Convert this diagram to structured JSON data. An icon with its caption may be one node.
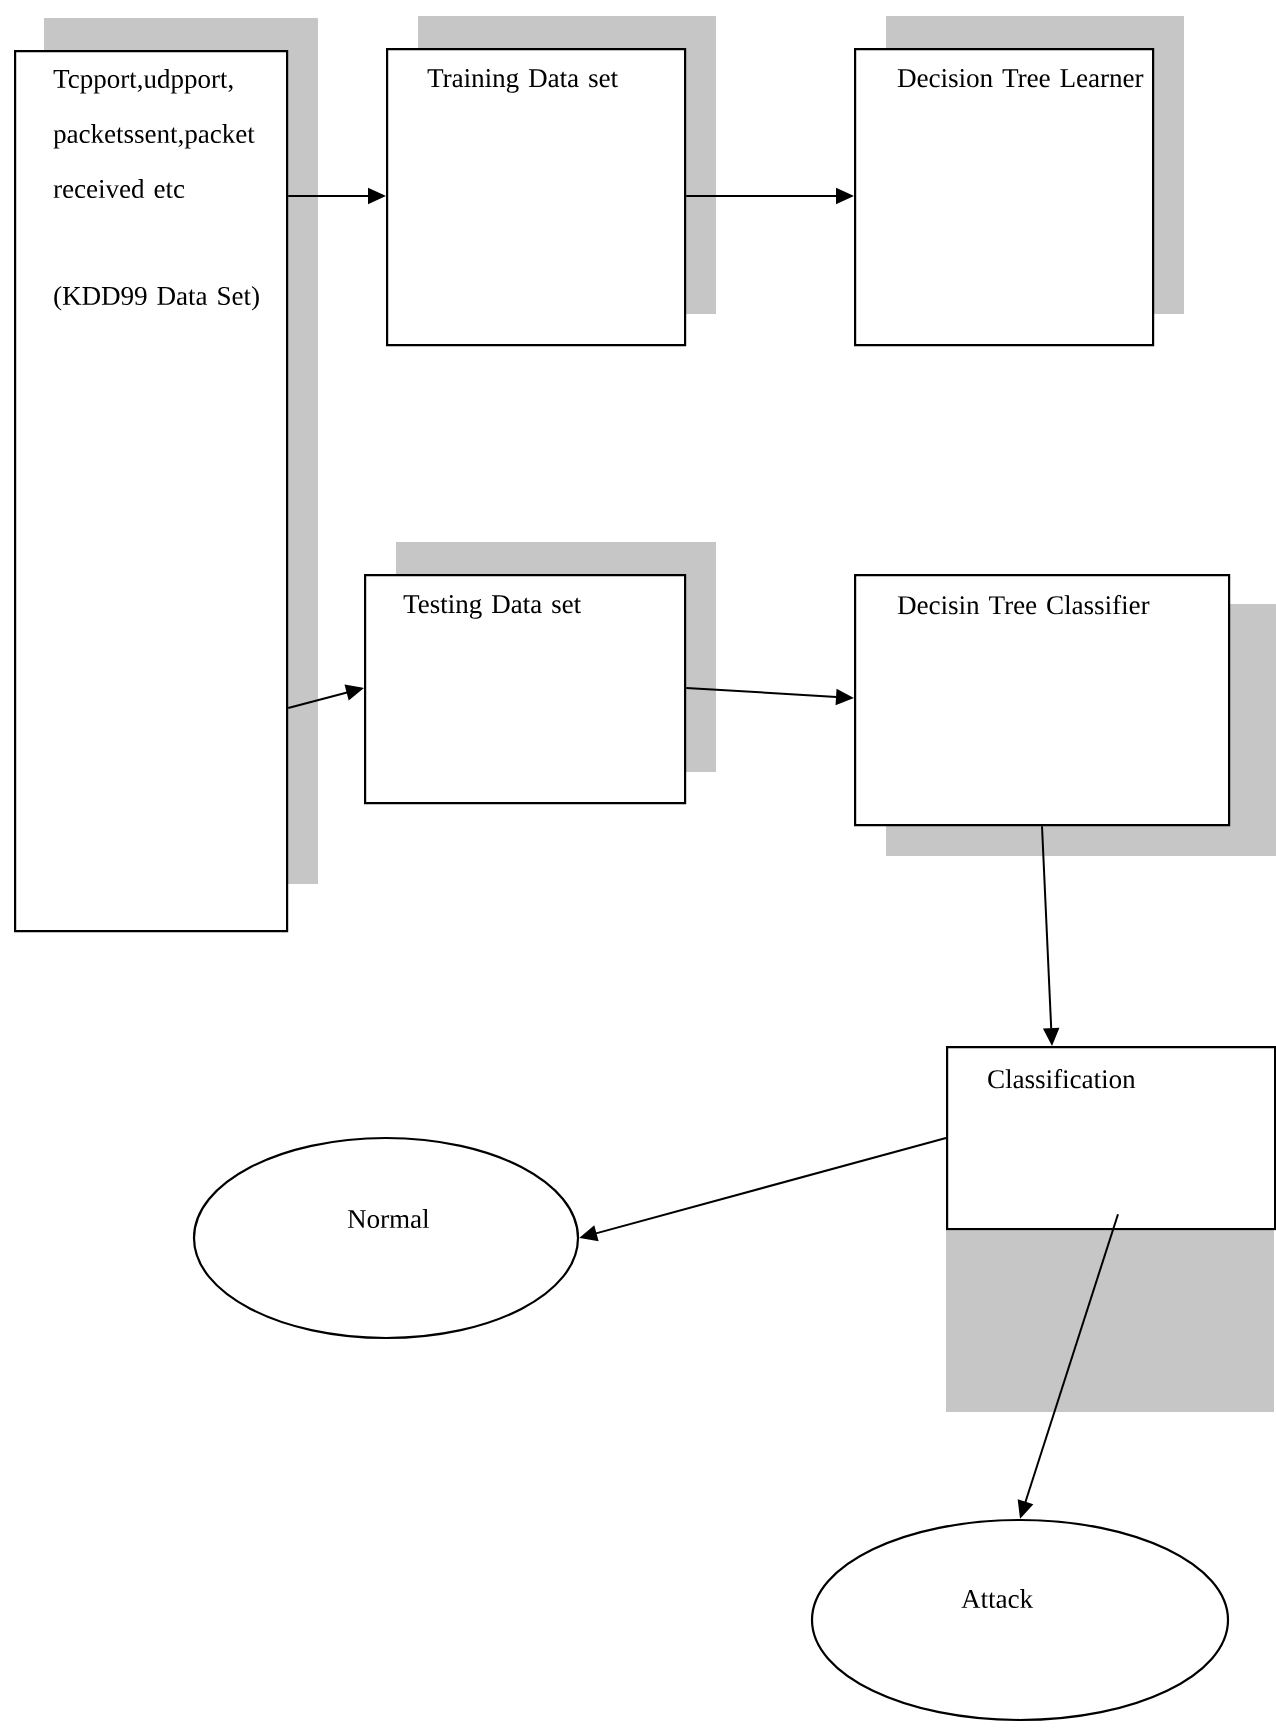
{
  "diagram": {
    "nodes": [
      {
        "text": [
          "Tcpport,udpport,packetssent,packet received etc",
          "(KDD99 Data Set)"
        ]
      },
      {
        "text": [
          "Training Data set"
        ]
      },
      {
        "text": [
          "Decision Tree Learner"
        ]
      },
      {
        "text": [
          "Testing Data set"
        ]
      },
      {
        "text": [
          "Decisin Tree Classifier"
        ]
      },
      {
        "text": [
          "Classification"
        ]
      },
      {
        "text": [
          "Normal"
        ]
      },
      {
        "text": [
          "Attack"
        ]
      }
    ],
    "edges": [
      {
        "from": 0,
        "to": 1,
        "arrow": "to"
      },
      {
        "from": 1,
        "to": 2,
        "arrow": "to"
      },
      {
        "from": 0,
        "to": 3,
        "arrow": "to"
      },
      {
        "from": 3,
        "to": 4,
        "arrow": "to"
      },
      {
        "from": 4,
        "to": 5,
        "arrow": "to"
      },
      {
        "from": 5,
        "to": 6,
        "arrow": "to"
      },
      {
        "from": 5,
        "to": 7,
        "arrow": "to"
      }
    ]
  }
}
